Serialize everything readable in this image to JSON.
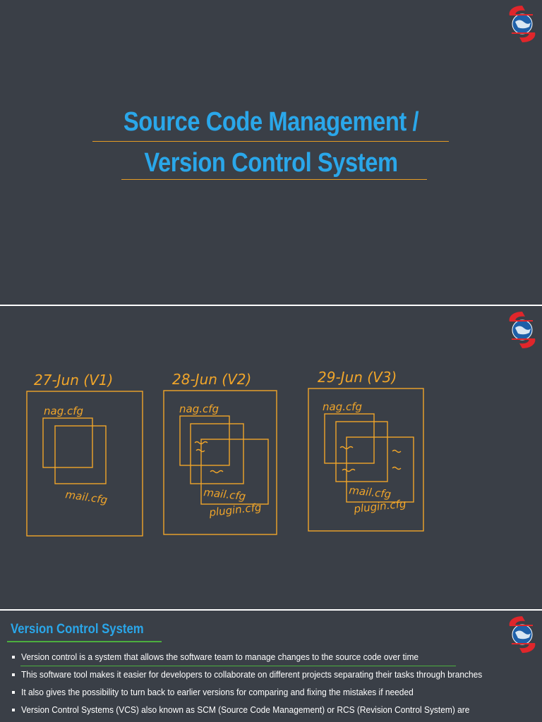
{
  "slide1": {
    "title_line1": "Source Code Management /",
    "title_line2": "Version Control System"
  },
  "slide2": {
    "versions": [
      {
        "label": "27-Jun (V1)",
        "files": [
          "nag.cfg",
          "mail.cfg"
        ]
      },
      {
        "label": "28-Jun (V2)",
        "files": [
          "nag.cfg",
          "mail.cfg",
          "plugin.cfg"
        ]
      },
      {
        "label": "29-Jun (V3)",
        "files": [
          "nag.cfg",
          "mail.cfg",
          "plugin.cfg"
        ]
      }
    ]
  },
  "slide3": {
    "heading": "Version Control System",
    "bullets": [
      "Version control is a system that allows the software team to manage changes to the source code over time",
      "This software tool makes it easier for developers to collaborate on different projects separating their tasks through branches",
      "It also gives the possibility to turn back to earlier versions for comparing and fixing the mistakes if needed",
      "Version Control Systems (VCS) also known as SCM (Source Code Management) or RCS (Revision Control System) are"
    ]
  },
  "colors": {
    "background": "#3a3f47",
    "title_blue": "#2aa7ea",
    "accent_orange": "#f0a52a",
    "accent_green": "#4caf3e",
    "logo_red": "#e0262b"
  },
  "icons": {
    "logo": "globe-logo-icon"
  }
}
